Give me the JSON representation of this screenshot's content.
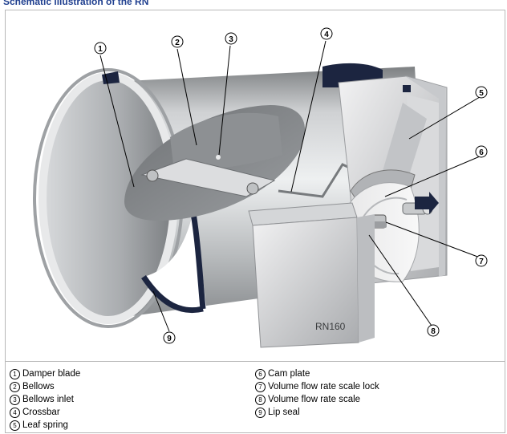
{
  "title": "Schematic illustration of the RN",
  "unit_marking": "RN160",
  "callouts": [
    "1",
    "2",
    "3",
    "4",
    "5",
    "6",
    "7",
    "8",
    "9"
  ],
  "legend": [
    {
      "num": "1",
      "label": "Damper blade"
    },
    {
      "num": "2",
      "label": "Bellows"
    },
    {
      "num": "3",
      "label": "Bellows inlet"
    },
    {
      "num": "4",
      "label": "Crossbar"
    },
    {
      "num": "5",
      "label": "Leaf spring"
    },
    {
      "num": "6",
      "label": "Cam plate"
    },
    {
      "num": "7",
      "label": "Volume flow rate scale lock"
    },
    {
      "num": "8",
      "label": "Volume flow rate scale"
    },
    {
      "num": "9",
      "label": "Lip seal"
    }
  ],
  "colors": {
    "title": "#1f3f8f",
    "metal": "#c9cbcd",
    "seal": "#1c2540"
  }
}
